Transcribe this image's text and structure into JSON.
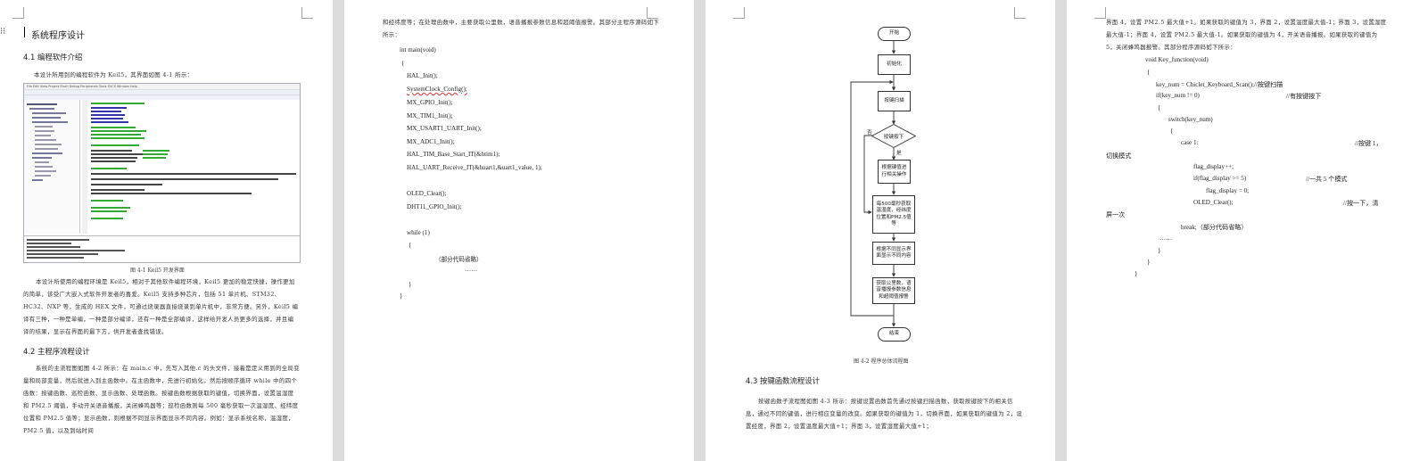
{
  "page1": {
    "chapter_title": "系统程序设计",
    "sec41_title": "4.1  编程软件介绍",
    "sec41_intro": "本设计所用到的编程软件为 Keil5，其界面如图 4-1 所示：",
    "keil_menu": "File  Edit  View  Project  Flash  Debug  Peripherals  Tools  SVCS  Window  Help",
    "fig41_caption": "图 4-1 Keil5 开发界面",
    "para1": "本设计所使用的编程环境是 Keil5，相对于其他软件编程环境，Keil5 更加的稳定快捷，操作更加的简单，该受广大嵌入式软件开发者的喜爱。Keil5 支持多种芯片，包括 51 单片机、STM32、HC32、NXP 等，生成的 HEX 文件，可通过烧录器直接烧录到单片机中，非常方便。另外，Keil5 编译有三种，一种是单编，一种是部分编译，还有一种是全部编译，这样给开发人员更多的选择，并且编译的结果，显示在界面的最下方，供开发者查找错误。",
    "sec42_title": "4.2  主程序流程设计",
    "para2": "系统的主流程图如图 4-2 所示：在 main.c 中，先写入其他.c 的头文件，接着是定义用到的全局变量和局部变量，然后就进入到主函数中。在主函数中，先进行初始化，然后按顺序循环 while 中的四个函数：按键函数、巡检函数、显示函数、处理函数。按键函数根据获取的键值，切换界面，设置温湿度和 PM2.5 阈值，手动开关语音播报，关闭蜂鸣器等；巡检函数则每 500 毫秒获取一次温湿度、经纬度位置和 PM2.5 值等；显示函数，则根据不同显示界面显示不同内容。例如：显示系统名称，温湿度，PM2.5 值，以及到站时间"
  },
  "page2": {
    "intro": "和经纬度等；在处理函数中，主要获取公里数，语音播报参数信息和超阈值报警。其部分主程序源码如下所示：",
    "code": [
      "int main(void)",
      "{",
      "HAL_Init();",
      "SystemClock_Config();",
      "MX_GPIO_Init();",
      "MX_TIM1_Init();",
      "MX_USART1_UART_Init();",
      "MX_ADC1_Init();",
      "HAL_TIM_Base_Start_IT(&htim1);",
      "HAL_UART_Receive_IT(&huart1,&uart1_value, 1);",
      "OLED_Clear();",
      "DHT11_GPIO_Init();",
      "while (1)",
      "{",
      "（部分代码省略）",
      "……",
      "}",
      "}"
    ]
  },
  "page3": {
    "flow": {
      "start": "开始",
      "init": "初始化",
      "scan": "按键扫描",
      "decision": "按键按下",
      "yes": "是",
      "no": "否",
      "key_op": "根据键值进行相关操作",
      "get_data": "每500毫秒获取温湿度，经纬度位置和PM2.5值等",
      "display": "根据不同显示界面显示不同内容",
      "process": "获取公里数，语音播报参数信息和超阈值报警",
      "end": "结束"
    },
    "fig42_caption": "图 4-2   程序总体流程图",
    "sec43_title": "4.3  按键函数流程设计",
    "para": "按键函数子流程图如图 4-3 所示：按键设置函数首先通过按键扫描函数，获取按键按下的相关信息，通过不同的键值，进行相应变量的改变。如果获取的键值为 1，切换界面，如果获取的键值为 2，设置经度，界面 2，设置温度最大值+1；界面 3，设置湿度最大值+1；"
  },
  "page4": {
    "intro": "界面 4，设置 PM2.5 最大值+1。如果获取的键值为 3，界面 2，设置温度最大值-1；界面 3，设置湿度最大值-1；界面 4，设置 PM2.5 最大值-1。如果获取的键值为 4，开关语音播报。如果获取的键值为 5，关闭蜂鸣器报警。其部分程序源码如下所示：",
    "func": "void Key_function(void)",
    "brace_open": "{",
    "key_line": "key_num = Chiclet_Keyboard_Scan();//按键扫描",
    "if_line": "if(key_num != 0)",
    "if_comment": "//有按键按下",
    "brace2": "{",
    "switch_line": "switch(key_num)",
    "brace3": "{",
    "case_line": "case 1:",
    "case_comment": "//按键 1，",
    "case_wrap": "切换模式",
    "fd_inc": "flag_display++;",
    "fd_if": "if(flag_display >= 5)",
    "fd_if_comment": "//一共 5 个模式",
    "fd_zero": "flag_display = 0;",
    "oled": "OLED_Clear();",
    "oled_comment": "//按一下，清",
    "oled_wrap": "屏一次",
    "break": "break;（部分代码省略）",
    "dots": "……",
    "close1": "}",
    "close2": "}",
    "close3": "}"
  }
}
